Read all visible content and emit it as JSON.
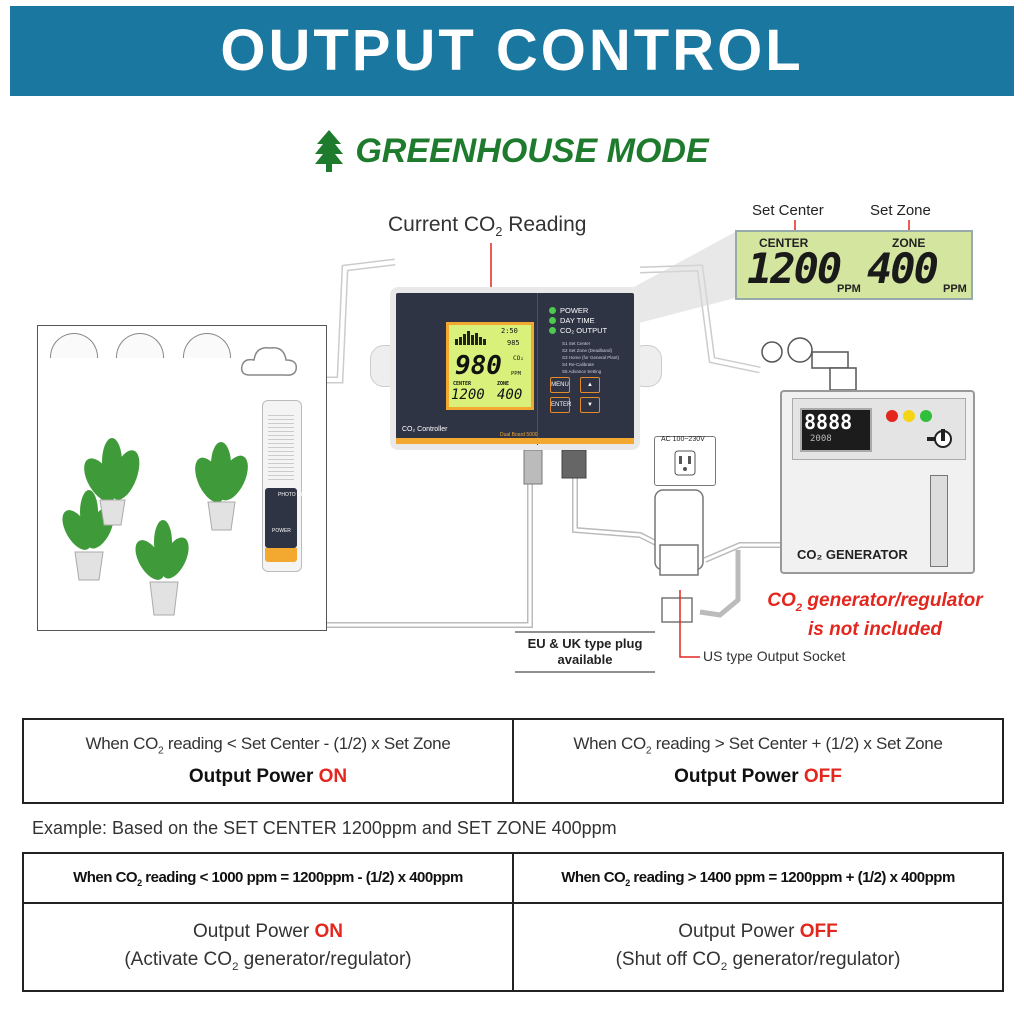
{
  "banner": {
    "title": "OUTPUT CONTROL"
  },
  "mode": {
    "label": "GREENHOUSE MODE",
    "icon": "tree-icon",
    "color": "#1e7b2e"
  },
  "diagram": {
    "current_reading_label_a": "Current CO",
    "current_reading_label_sub": "2",
    "current_reading_label_b": " Reading",
    "set_center_label": "Set Center",
    "set_zone_label": "Set Zone",
    "zoom_lcd": {
      "center_label": "CENTER",
      "zone_label": "ZONE",
      "center_value": "1200",
      "zone_value": "400",
      "unit": "PPM"
    },
    "controller": {
      "lcd_reading": "980",
      "lcd_co2": "CO₂",
      "lcd_ppm": "PPM",
      "lcd_time": "2:50",
      "lcd_small_value": "985",
      "lcd_center_label": "CENTER",
      "lcd_zone_label": "ZONE",
      "lcd_center_value": "1200",
      "lcd_zone_value": "400",
      "indicators": [
        "POWER",
        "DAY TIME",
        "CO₂ OUTPUT"
      ],
      "menu_items": [
        "S1 Set Center",
        "S2 Set Zone (Deadband)",
        "S3 Home (for General Plant)",
        "S4 Re-Calibrate",
        "S5 Advance Setting"
      ],
      "menu_button": "MENU",
      "enter_button": "ENTER",
      "up_button": "▲",
      "down_button": "▼",
      "name": "CO₂ Controller",
      "model": "Dual Board 5000"
    },
    "sensor": {
      "photo_cell_label": "PHOTO CELL",
      "power_label": "POWER"
    },
    "socket_label": "AC 100~230V",
    "generator": {
      "display_value": "8888",
      "display_sub": "2008",
      "label": "CO₂ GENERATOR"
    },
    "not_included_a": "CO",
    "not_included_sub": "2",
    "not_included_b": " generator/regulator",
    "not_included_c": "is not included",
    "eu_uk_line1": "EU & UK type plug",
    "eu_uk_line2": "available",
    "us_socket_label": "US type Output Socket"
  },
  "rules": {
    "left_condition_a": "When CO",
    "left_condition_sub": "2",
    "left_condition_b": " reading < Set Center - (1/2) x Set Zone",
    "left_output": "Output Power ",
    "left_state": "ON",
    "right_condition_a": "When CO",
    "right_condition_sub": "2",
    "right_condition_b": " reading > Set Center + (1/2) x Set Zone",
    "right_output": "Output Power ",
    "right_state": "OFF"
  },
  "example": {
    "text": "Example: Based on the SET CENTER 1200ppm and SET ZONE 400ppm",
    "left_calc_a": "When CO",
    "left_calc_sub": "2",
    "left_calc_b": " reading < 1000 ppm = 1200ppm - (1/2) x 400ppm",
    "right_calc_a": "When CO",
    "right_calc_sub": "2",
    "right_calc_b": " reading > 1400 ppm = 1200ppm + (1/2) x 400ppm",
    "left_output": "Output Power ",
    "left_state": "ON",
    "left_action_a": "(Activate CO",
    "left_action_sub": "2",
    "left_action_b": " generator/regulator)",
    "right_output": "Output Power ",
    "right_state": "OFF",
    "right_action_a": "(Shut off CO",
    "right_action_sub": "2",
    "right_action_b": " generator/regulator)"
  },
  "colors": {
    "banner": "#1a77a0",
    "accent_red": "#e3261e",
    "controller_orange": "#f3a830"
  }
}
